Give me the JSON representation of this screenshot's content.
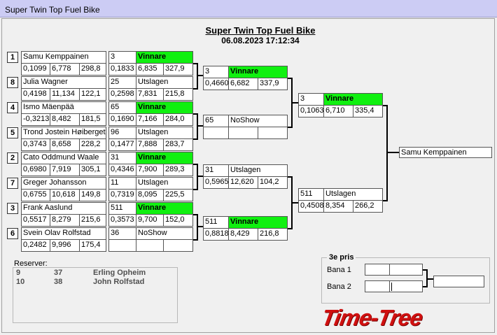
{
  "window": {
    "title": "Super Twin Top Fuel Bike"
  },
  "header": {
    "title": "Super Twin Top Fuel Bike",
    "datetime": "06.08.2023 17:12:34"
  },
  "round1": [
    {
      "seed": "1",
      "name": "Samu Kemppainen",
      "rt": "0,1099",
      "et": "6,778",
      "speed": "298,8",
      "lane": "3",
      "result": "Vinnare",
      "rt2": "0,1833",
      "et2": "6,835",
      "speed2": "327,9"
    },
    {
      "seed": "8",
      "name": "Julia Wagner",
      "rt": "0,4198",
      "et": "11,134",
      "speed": "122,1",
      "lane": "25",
      "result": "Utslagen",
      "rt2": "0,2598",
      "et2": "7,831",
      "speed2": "215,8"
    },
    {
      "seed": "4",
      "name": "Ismo Mäenpää",
      "rt": "-0,3213",
      "et": "8,482",
      "speed": "181,5",
      "lane": "65",
      "result": "Vinnare",
      "rt2": "0,1690",
      "et2": "7,166",
      "speed2": "284,0"
    },
    {
      "seed": "5",
      "name": "Trond Jostein Høiberget",
      "rt": "0,3743",
      "et": "8,658",
      "speed": "228,2",
      "lane": "96",
      "result": "Utslagen",
      "rt2": "0,1477",
      "et2": "7,888",
      "speed2": "283,7"
    },
    {
      "seed": "2",
      "name": "Cato Oddmund Waale",
      "rt": "0,6980",
      "et": "7,919",
      "speed": "305,1",
      "lane": "31",
      "result": "Vinnare",
      "rt2": "0,4346",
      "et2": "7,900",
      "speed2": "289,3"
    },
    {
      "seed": "7",
      "name": "Greger Johansson",
      "rt": "0,6755",
      "et": "10,618",
      "speed": "149,8",
      "lane": "11",
      "result": "Utslagen",
      "rt2": "0,7319",
      "et2": "8,095",
      "speed2": "225,5"
    },
    {
      "seed": "3",
      "name": "Frank Aaslund",
      "rt": "0,5517",
      "et": "8,279",
      "speed": "215,6",
      "lane": "511",
      "result": "Vinnare",
      "rt2": "0,3573",
      "et2": "9,700",
      "speed2": "152,0"
    },
    {
      "seed": "6",
      "name": "Svein Olav Rolfstad",
      "rt": "0,2482",
      "et": "9,996",
      "speed": "175,4",
      "lane": "36",
      "result": "NoShow",
      "rt2": "",
      "et2": "",
      "speed2": ""
    }
  ],
  "round2": [
    {
      "lane": "3",
      "result": "Vinnare",
      "rt": "0,4660",
      "et": "6,682",
      "speed": "337,9"
    },
    {
      "lane": "65",
      "result": "NoShow",
      "rt": "",
      "et": "",
      "speed": ""
    },
    {
      "lane": "31",
      "result": "Utslagen",
      "rt": "0,5965",
      "et": "12,620",
      "speed": "104,2"
    },
    {
      "lane": "511",
      "result": "Vinnare",
      "rt": "0,8818",
      "et": "8,429",
      "speed": "216,8"
    }
  ],
  "round3": [
    {
      "lane": "3",
      "result": "Vinnare",
      "rt": "0,1063",
      "et": "6,710",
      "speed": "335,4"
    },
    {
      "lane": "511",
      "result": "Utslagen",
      "rt": "0,4508",
      "et": "8,354",
      "speed": "266,2"
    }
  ],
  "winner": {
    "name": "Samu Kemppainen"
  },
  "reserves": {
    "label": "Reserver:",
    "rows": [
      {
        "pos": "9",
        "num": "37",
        "name": "Erling Opheim"
      },
      {
        "pos": "10",
        "num": "38",
        "name": "John Rolfstad"
      }
    ]
  },
  "third_prize": {
    "title": "3e pris",
    "lane1": "Bana 1",
    "lane2": "Bana 2"
  },
  "logo": {
    "text": "Time-Tree"
  },
  "colors": {
    "winner_green": "#10f010",
    "titlebar": "#ccccf4",
    "logo_red": "#d01010"
  }
}
